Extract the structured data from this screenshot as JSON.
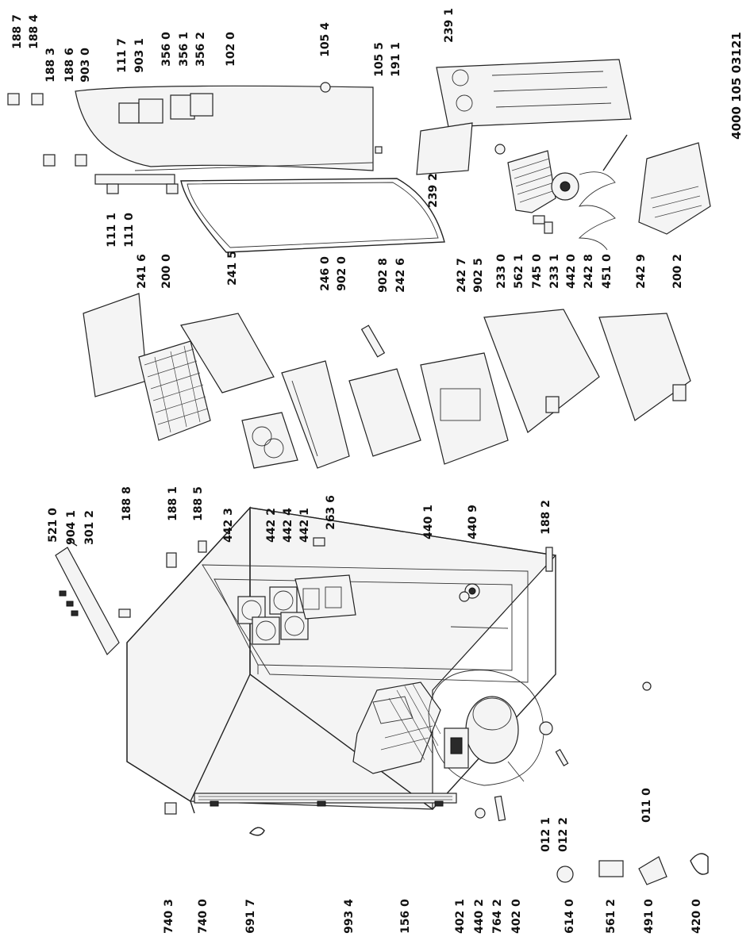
{
  "document_number": "4000 105 03121",
  "part_labels": [
    {
      "id": "p1887",
      "text": "188 7"
    },
    {
      "id": "p1884",
      "text": "188 4"
    },
    {
      "id": "p1883",
      "text": "188 3"
    },
    {
      "id": "p1886",
      "text": "188 6"
    },
    {
      "id": "p9030",
      "text": "903 0"
    },
    {
      "id": "p1117",
      "text": "111 7"
    },
    {
      "id": "p9031",
      "text": "903 1"
    },
    {
      "id": "p3560",
      "text": "356 0"
    },
    {
      "id": "p3561",
      "text": "356 1"
    },
    {
      "id": "p3562",
      "text": "356 2"
    },
    {
      "id": "p1020",
      "text": "102 0"
    },
    {
      "id": "p1054",
      "text": "105 4"
    },
    {
      "id": "p1055",
      "text": "105 5"
    },
    {
      "id": "p1911",
      "text": "191 1"
    },
    {
      "id": "p2391",
      "text": "239 1"
    },
    {
      "id": "p2392",
      "text": "239 2"
    },
    {
      "id": "p1111",
      "text": "111 1"
    },
    {
      "id": "p1110",
      "text": "111 0"
    },
    {
      "id": "p2416",
      "text": "241 6"
    },
    {
      "id": "p2000",
      "text": "200 0"
    },
    {
      "id": "p2415",
      "text": "241 5"
    },
    {
      "id": "p2460",
      "text": "246 0"
    },
    {
      "id": "p9020",
      "text": "902 0"
    },
    {
      "id": "p9028",
      "text": "902 8"
    },
    {
      "id": "p2426",
      "text": "242 6"
    },
    {
      "id": "p2427",
      "text": "242 7"
    },
    {
      "id": "p9025",
      "text": "902 5"
    },
    {
      "id": "p2330",
      "text": "233 0"
    },
    {
      "id": "p5621",
      "text": "562 1"
    },
    {
      "id": "p7450",
      "text": "745 0"
    },
    {
      "id": "p2331",
      "text": "233 1"
    },
    {
      "id": "p4420",
      "text": "442 0"
    },
    {
      "id": "p2428",
      "text": "242 8"
    },
    {
      "id": "p4510",
      "text": "451 0"
    },
    {
      "id": "p2429",
      "text": "242 9"
    },
    {
      "id": "p2002",
      "text": "200 2"
    },
    {
      "id": "p5210",
      "text": "521 0"
    },
    {
      "id": "p9041",
      "text": "904 1"
    },
    {
      "id": "p3012",
      "text": "301 2"
    },
    {
      "id": "p1888",
      "text": "188 8"
    },
    {
      "id": "p1881",
      "text": "188 1"
    },
    {
      "id": "p1885",
      "text": "188 5"
    },
    {
      "id": "p4423",
      "text": "442 3"
    },
    {
      "id": "p4422",
      "text": "442 2"
    },
    {
      "id": "p4424",
      "text": "442 4"
    },
    {
      "id": "p4421",
      "text": "442 1"
    },
    {
      "id": "p2636",
      "text": "263 6"
    },
    {
      "id": "p4401",
      "text": "440 1"
    },
    {
      "id": "p4409",
      "text": "440 9"
    },
    {
      "id": "p1882",
      "text": "188 2"
    },
    {
      "id": "p7403",
      "text": "740 3"
    },
    {
      "id": "p7400",
      "text": "740 0"
    },
    {
      "id": "p6917",
      "text": "691 7"
    },
    {
      "id": "p9934",
      "text": "993 4"
    },
    {
      "id": "p1560",
      "text": "156 0"
    },
    {
      "id": "p4021",
      "text": "402 1"
    },
    {
      "id": "p4402",
      "text": "440 2"
    },
    {
      "id": "p7642",
      "text": "764 2"
    },
    {
      "id": "p4020",
      "text": "402 0"
    },
    {
      "id": "p0121",
      "text": "012 1"
    },
    {
      "id": "p0122",
      "text": "012 2"
    },
    {
      "id": "p0110",
      "text": "011 0"
    },
    {
      "id": "p6140",
      "text": "614 0"
    },
    {
      "id": "p5612",
      "text": "561 2"
    },
    {
      "id": "p4910",
      "text": "491 0"
    },
    {
      "id": "p4200",
      "text": "420 0"
    }
  ]
}
